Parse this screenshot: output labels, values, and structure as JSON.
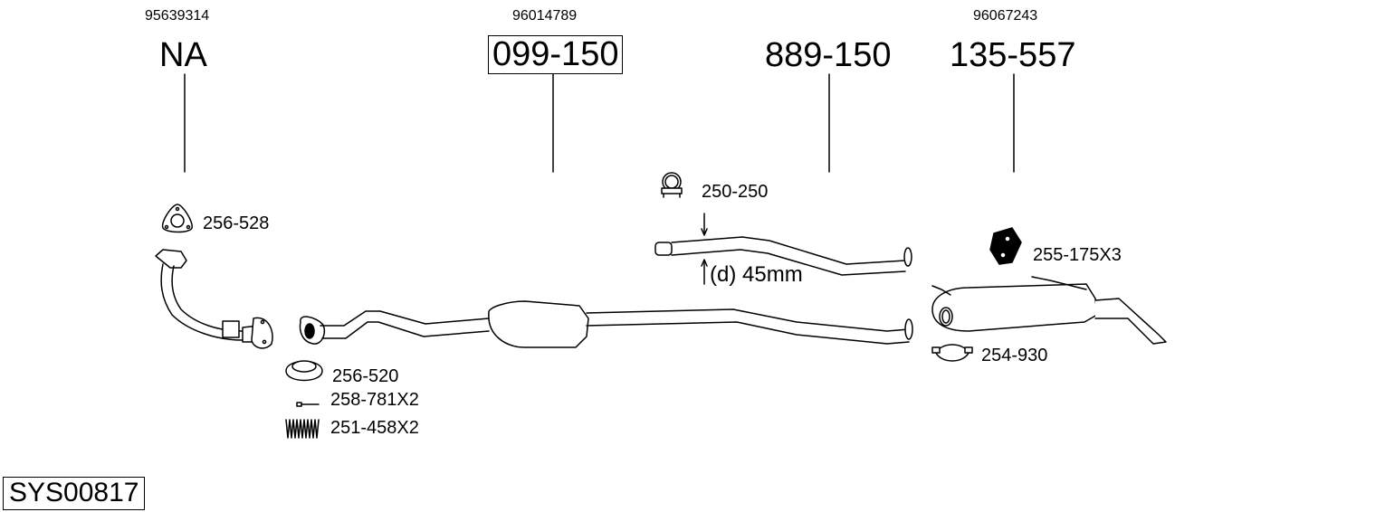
{
  "columns": [
    {
      "oem": "95639314",
      "part": "NA",
      "boxed": false
    },
    {
      "oem": "96014789",
      "part": "099-150",
      "boxed": true
    },
    {
      "oem": "",
      "part": "889-150",
      "boxed": false
    },
    {
      "oem": "96067243",
      "part": "135-557",
      "boxed": false
    }
  ],
  "accessories": {
    "gasket_front": "256-528",
    "clamp_middle": "250-250",
    "diameter_note": "(d) 45mm",
    "rubber_mount": "255-175X3",
    "clamp_rear": "254-930",
    "seal_ring": "256-520",
    "bolt": "258-781X2",
    "spring": "251-458X2"
  },
  "system_code": "SYS00817",
  "colors": {
    "line": "#000000",
    "fill": "#ffffff",
    "background": "#ffffff"
  }
}
